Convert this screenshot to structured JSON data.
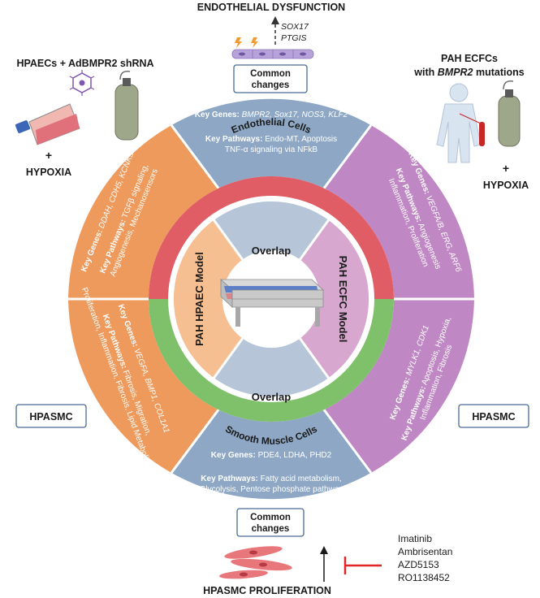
{
  "colors": {
    "blue_ring": "#8da7c5",
    "orange_ring": "#ee9a5c",
    "purple_ring": "#bf87c3",
    "red_band": "#e05d66",
    "green_band": "#7fc06a",
    "hpaec_model": "#f6bf92",
    "ecfc_model": "#d8a7cf",
    "overlap": "#b6c6d8",
    "inhibitor": "#e0252b",
    "box_border": "#4a6b96"
  },
  "labels": {
    "top_title": "ENDOTHELIAL DYSFUNCTION",
    "bottom_title": "HPASMC PROLIFERATION",
    "sox17": "SOX17",
    "ptgis": "PTGIS",
    "left_title": "HPAECs + AdBMPR2 shRNA",
    "left_plus": "+",
    "left_hypoxia": "HYPOXIA",
    "right_title_1": "PAH ECFCs",
    "right_title_2_pre": "with ",
    "right_title_2_gene": "BMPR2",
    "right_title_2_post": " mutations",
    "right_plus": "+",
    "right_hypoxia": "HYPOXIA"
  },
  "common_top": {
    "line1": "Common",
    "line2": "changes"
  },
  "common_bottom": {
    "line1": "Common",
    "line2": "changes"
  },
  "hpasmc_left": "HPASMC",
  "hpasmc_right": "HPASMC",
  "segments": {
    "top": {
      "genes_label": "Key Genes:",
      "genes": "BMPR2, Sox17, NOS3, KLF2",
      "pathways_label": "Key Pathways:",
      "pathways_1": "Endo-MT, Apoptosis",
      "pathways_2": "TNF-α signaling via NFkB"
    },
    "left_upper": {
      "genes_label": "Key Genes:",
      "genes": "DDAH, CDH5, KCNK3",
      "pathways_label": "Key Pathways:",
      "pathways_1": "TGFβ signaling,",
      "pathways_2": "Angiogenesis, Mechanosensors"
    },
    "right_upper": {
      "genes_label": "Key Genes:",
      "genes": "VEGFA/B, ERG, ARF6",
      "pathways_label": "Key Pathways:",
      "pathways_1": "Angiogenesis",
      "pathways_2": "Inflammation, Proliferation"
    },
    "left_lower": {
      "genes_label": "Key Genes:",
      "genes": "VEGFA, BMP1, COL1A1",
      "pathways_label": "Key Pathways:",
      "pathways_1": "Fibrosis, Migration,",
      "pathways_2": "Proliferation, Inflammation, Fibrosis, Lipid Metabolism"
    },
    "right_lower": {
      "genes_label": "Key Genes:",
      "genes": "MYLK1, CDK1",
      "pathways_label": "Key Pathways:",
      "pathways_1": "Apoptosis, Hypoxia,",
      "pathways_2": "Inflammation, Fibrosis"
    },
    "bottom": {
      "genes_label": "Key Genes:",
      "genes": "PDE4, LDHA, PHD2",
      "pathways_label": "Key Pathways:",
      "pathways_1": "Fatty acid metabolism,",
      "pathways_2": "Glycolysis, Pentose phosphate pathway"
    }
  },
  "bands": {
    "endothelial": "Endothelial Cells",
    "smooth_muscle": "Smooth Muscle Cells"
  },
  "inner": {
    "overlap_top": "Overlap",
    "overlap_bottom": "Overlap",
    "hpaec_model": "PAH HPAEC Model",
    "ecfc_model": "PAH ECFC Model"
  },
  "drugs": [
    "Imatinib",
    "Ambrisentan",
    "AZD5153",
    "RO1138452"
  ]
}
